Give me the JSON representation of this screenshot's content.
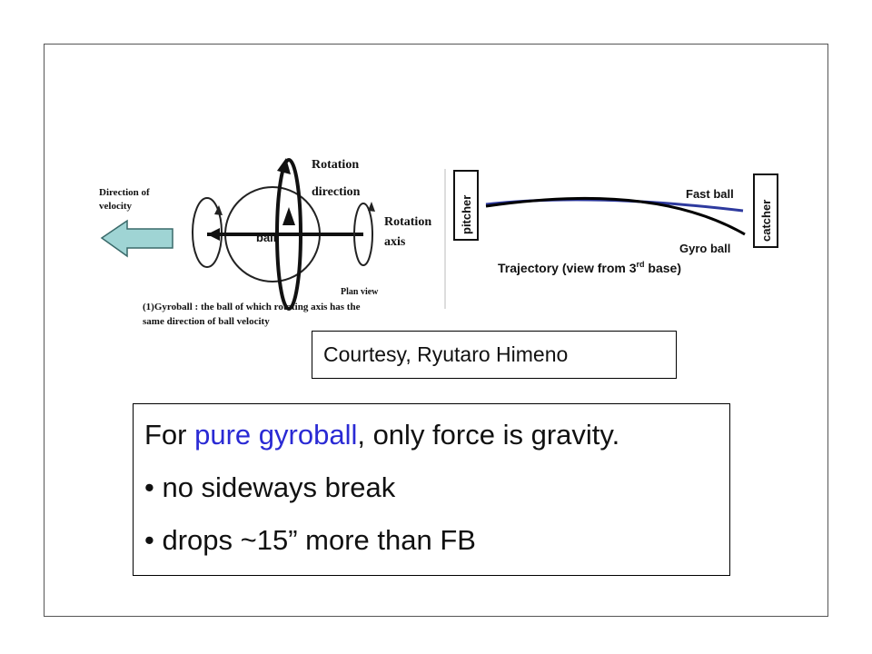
{
  "figure": {
    "left_panel": {
      "direction_label_1": "Direction of",
      "direction_label_2": "velocity",
      "rotation_direction_1": "Rotation",
      "rotation_direction_2": "direction",
      "ball_label": "ball",
      "rotation_axis_1": "Rotation",
      "rotation_axis_2": "axis",
      "plan_view": "Plan view",
      "caption_1": "(1)Gyroball : the ball of which rotating axis has the",
      "caption_2": "same direction of ball velocity",
      "arrow_color": "#9fd4d4"
    },
    "right_panel": {
      "pitcher_label": "pitcher",
      "catcher_label": "catcher",
      "fast_ball_label": "Fast ball",
      "gyro_ball_label": "Gyro ball",
      "trajectory_title": "Trajectory (view from 3",
      "trajectory_sup": "rd",
      "trajectory_tail": " base)",
      "fast_ball_color": "#2e3a9e",
      "gyro_ball_color": "#000000"
    }
  },
  "courtesy": "Courtesy, Ryutaro Himeno",
  "text_box": {
    "line1_prefix": "For ",
    "line1_highlight": "pure gyroball",
    "line1_suffix": ", only force is gravity.",
    "bullet1": "• no sideways break",
    "bullet2": "• drops ~15” more than FB",
    "highlight_color": "#2a2ad4"
  }
}
